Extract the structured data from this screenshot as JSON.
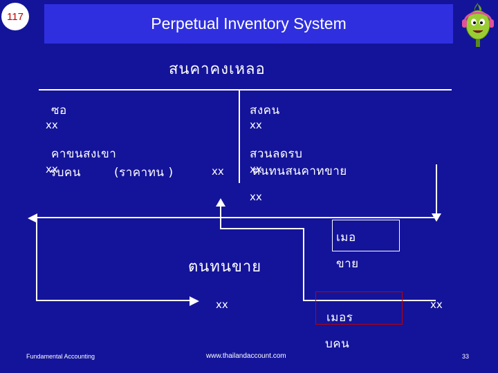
{
  "slide": {
    "number": "117",
    "title": "Perpetual Inventory System",
    "heading": "สนคาคงเหลอ"
  },
  "left_column": {
    "purchases_label": "ซอ",
    "purchases_value": "xx",
    "freight_in_label": "คาขนสงเขา",
    "freight_in_value": "xx",
    "returns_label": "รบคน",
    "returns_note": "(ราคาทน )",
    "returns_value": "xx"
  },
  "right_column": {
    "purchase_returns_label": "สงคน",
    "purchase_returns_value": "xx",
    "discount_label": "สวนลดรบ",
    "discount_value": "xx",
    "cogs_transfer_label": "ตนทนสนคาทขาย",
    "cogs_transfer_value": "xx"
  },
  "flow": {
    "when_label": "เมอ",
    "sell_label": "ขาย",
    "cogs_label": "ตนทนขาย",
    "cogs_value": "xx",
    "when_returned_label": "เมอร",
    "returned_label": "บคน",
    "returned_value": "xx"
  },
  "footer": {
    "left": "Fundamental Accounting",
    "center": "www.thailandaccount.com",
    "page": "33"
  },
  "colors": {
    "background": "#14149a",
    "title_box": "#2f2fe0",
    "slide_number": "#c00000",
    "mascot_body": "#9acd32",
    "headphones": "#e0529c"
  },
  "icons": {
    "mascot": "cartoon-mascot-icon"
  }
}
